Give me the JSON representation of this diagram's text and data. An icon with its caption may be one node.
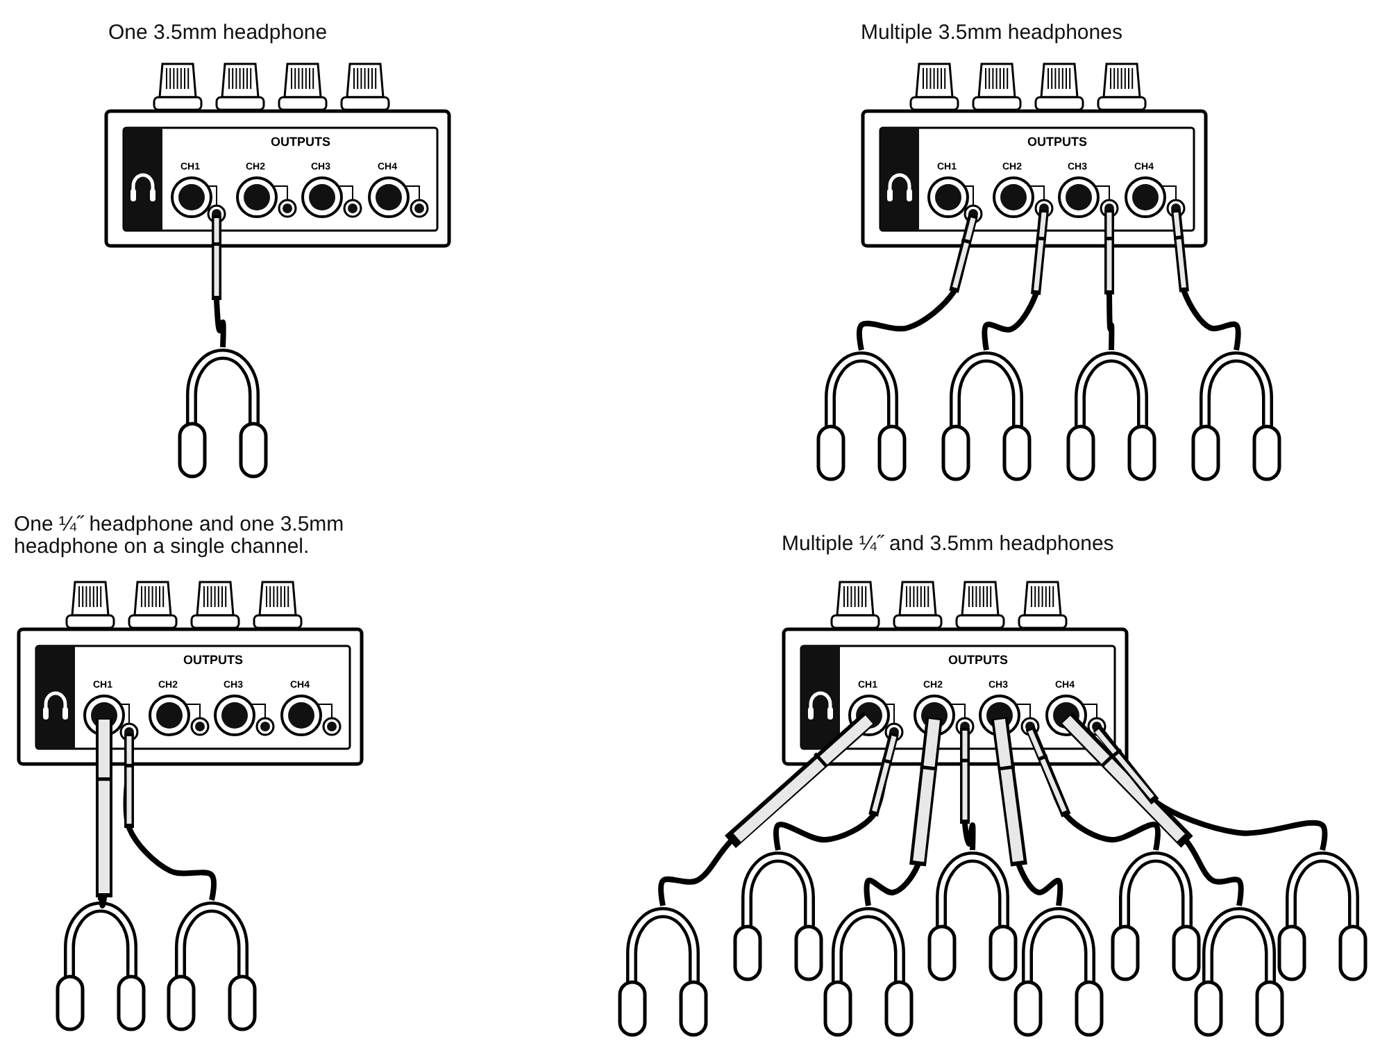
{
  "diagram": {
    "nodes": [
      {
        "text": [
          "OUTPUTS",
          "CH1",
          "CH2",
          "CH3",
          "CH4"
        ]
      },
      {
        "text": [],
        "shape": "picture"
      },
      {
        "text": [
          "OUTPUTS",
          "CH1",
          "CH2",
          "CH3",
          "CH4"
        ]
      },
      {
        "text": [],
        "shape": "picture"
      },
      {
        "text": [],
        "shape": "picture"
      },
      {
        "text": [],
        "shape": "picture"
      },
      {
        "text": [],
        "shape": "picture"
      },
      {
        "text": [
          "OUTPUTS",
          "CH1",
          "CH2",
          "CH3",
          "CH4"
        ]
      },
      {
        "text": [],
        "shape": "picture"
      },
      {
        "text": [],
        "shape": "picture"
      },
      {
        "text": [
          "OUTPUTS",
          "CH1",
          "CH2",
          "CH3",
          "CH4"
        ]
      },
      {
        "text": [],
        "shape": "picture"
      },
      {
        "text": [],
        "shape": "picture"
      },
      {
        "text": [],
        "shape": "picture"
      },
      {
        "text": [],
        "shape": "picture"
      },
      {
        "text": [],
        "shape": "picture"
      },
      {
        "text": [],
        "shape": "picture"
      },
      {
        "text": [],
        "shape": "picture"
      },
      {
        "text": [],
        "shape": "picture"
      }
    ],
    "edges": [
      {
        "from": 0,
        "to": 1,
        "arrow": "none"
      },
      {
        "from": 2,
        "to": 3,
        "arrow": "none"
      },
      {
        "from": 2,
        "to": 4,
        "arrow": "none"
      },
      {
        "from": 2,
        "to": 5,
        "arrow": "none"
      },
      {
        "from": 2,
        "to": 6,
        "arrow": "none"
      },
      {
        "from": 7,
        "to": 8,
        "arrow": "none"
      },
      {
        "from": 7,
        "to": 9,
        "arrow": "none"
      },
      {
        "from": 10,
        "to": 11,
        "arrow": "none"
      },
      {
        "from": 10,
        "to": 12,
        "arrow": "none"
      },
      {
        "from": 10,
        "to": 13,
        "arrow": "none"
      },
      {
        "from": 10,
        "to": 14,
        "arrow": "none"
      },
      {
        "from": 10,
        "to": 15,
        "arrow": "none"
      },
      {
        "from": 10,
        "to": 16,
        "arrow": "none"
      },
      {
        "from": 10,
        "to": 17,
        "arrow": "none"
      },
      {
        "from": 10,
        "to": 18,
        "arrow": "none"
      }
    ],
    "labels": [
      "One 3.5mm headphone",
      "Multiple 3.5mm headphones",
      "One ¼˝ headphone and one 3.5mm headphone on a single channel.",
      "Multiple ¼˝ and 3.5mm headphones"
    ]
  }
}
